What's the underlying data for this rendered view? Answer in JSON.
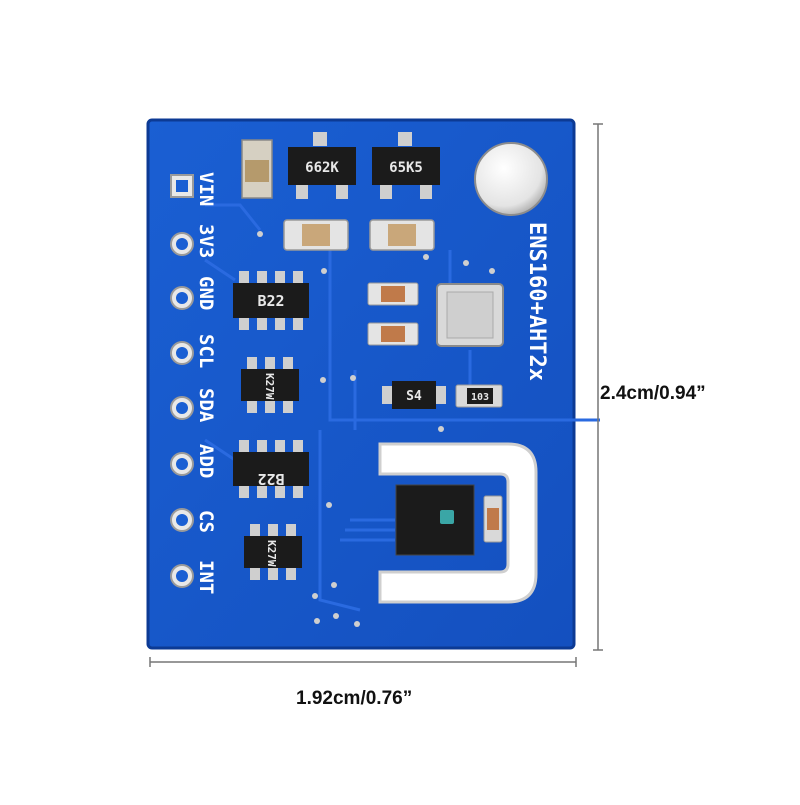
{
  "board": {
    "title": "ENS160+AHT2x",
    "pins": [
      "VIN",
      "3V3",
      "GND",
      "SCL",
      "SDA",
      "ADD",
      "CS",
      "INT"
    ],
    "chip_markings": {
      "regulator_left": "662K",
      "regulator_right": "65K5",
      "resistor_array_top": "B22",
      "resistor_array_bottom": "B22",
      "mosfet_top": "K27W",
      "mosfet_bottom": "K27W",
      "diode": "S4",
      "resistor_small": "103"
    },
    "colors": {
      "pcb": "#1757c9",
      "pcb_edge": "#0f3f9e",
      "silkscreen": "#ffffff",
      "pad": "#c8c8c8"
    }
  },
  "dimensions": {
    "height_label": "2.4cm/0.94”",
    "width_label": "1.92cm/0.76”"
  }
}
